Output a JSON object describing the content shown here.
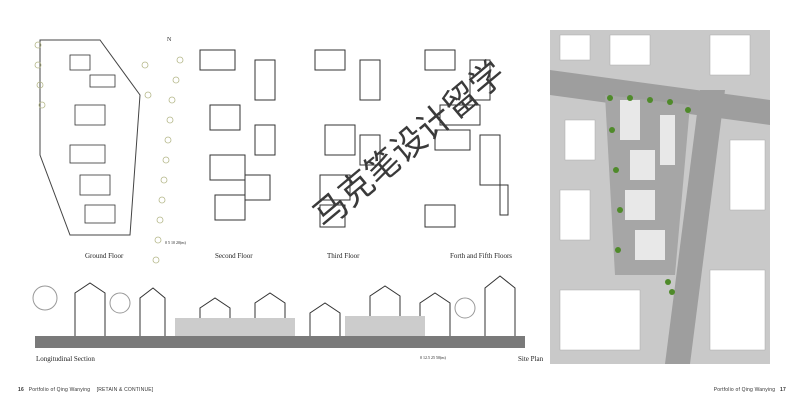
{
  "left_page": {
    "plans": [
      {
        "label": "Ground Floor"
      },
      {
        "label": "Second Floor"
      },
      {
        "label": "Third Floor"
      },
      {
        "label": "Forth and Fifth Floors"
      }
    ],
    "scale_bar": "0 5 10 20(m)",
    "section_label": "Longitudinal Section",
    "section_scale": "0 12.5 25 50(m)",
    "north": "N",
    "footer": {
      "page": "16",
      "title": "Portfolio of Qing Wanying",
      "subtitle": "[RETAIN & CONTINUE]"
    }
  },
  "right_page": {
    "site_label": "Site Plan",
    "footer": {
      "page": "17",
      "title": "Portfolio of Qing Wanying"
    }
  },
  "watermark": "马克笔设计留学",
  "colors": {
    "site_bg": "#c9c9c9",
    "road": "#9e9e9e",
    "trees": "#4f8a2a",
    "ground": "#7a7a7a"
  }
}
